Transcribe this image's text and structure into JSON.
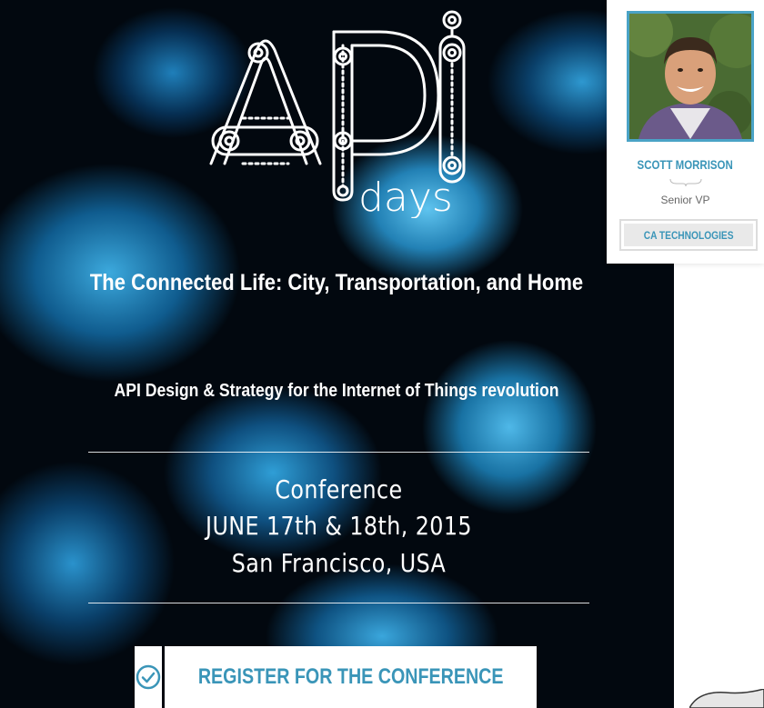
{
  "hero": {
    "logo": {
      "letters": "API",
      "tagline": "days",
      "icon": "apidays-logo"
    },
    "title": "The Connected Life: City, Transportation, and Home",
    "subtitle": "API Design & Strategy for the Internet of Things revolution",
    "event": {
      "type": "Conference",
      "dates": "JUNE 17th & 18th, 2015",
      "location": "San Francisco, USA"
    },
    "register": {
      "label": "REGISTER FOR THE CONFERENCE",
      "icon": "check-circle-icon"
    }
  },
  "speaker": {
    "name": "SCOTT MORRISON",
    "role": "Senior VP",
    "company": "CA TECHNOLOGIES"
  },
  "colors": {
    "accent": "#3a95b8",
    "photo_border": "#4aa3c6",
    "hero_dark": "#02080f",
    "hero_glow": "#4fb8e8"
  }
}
